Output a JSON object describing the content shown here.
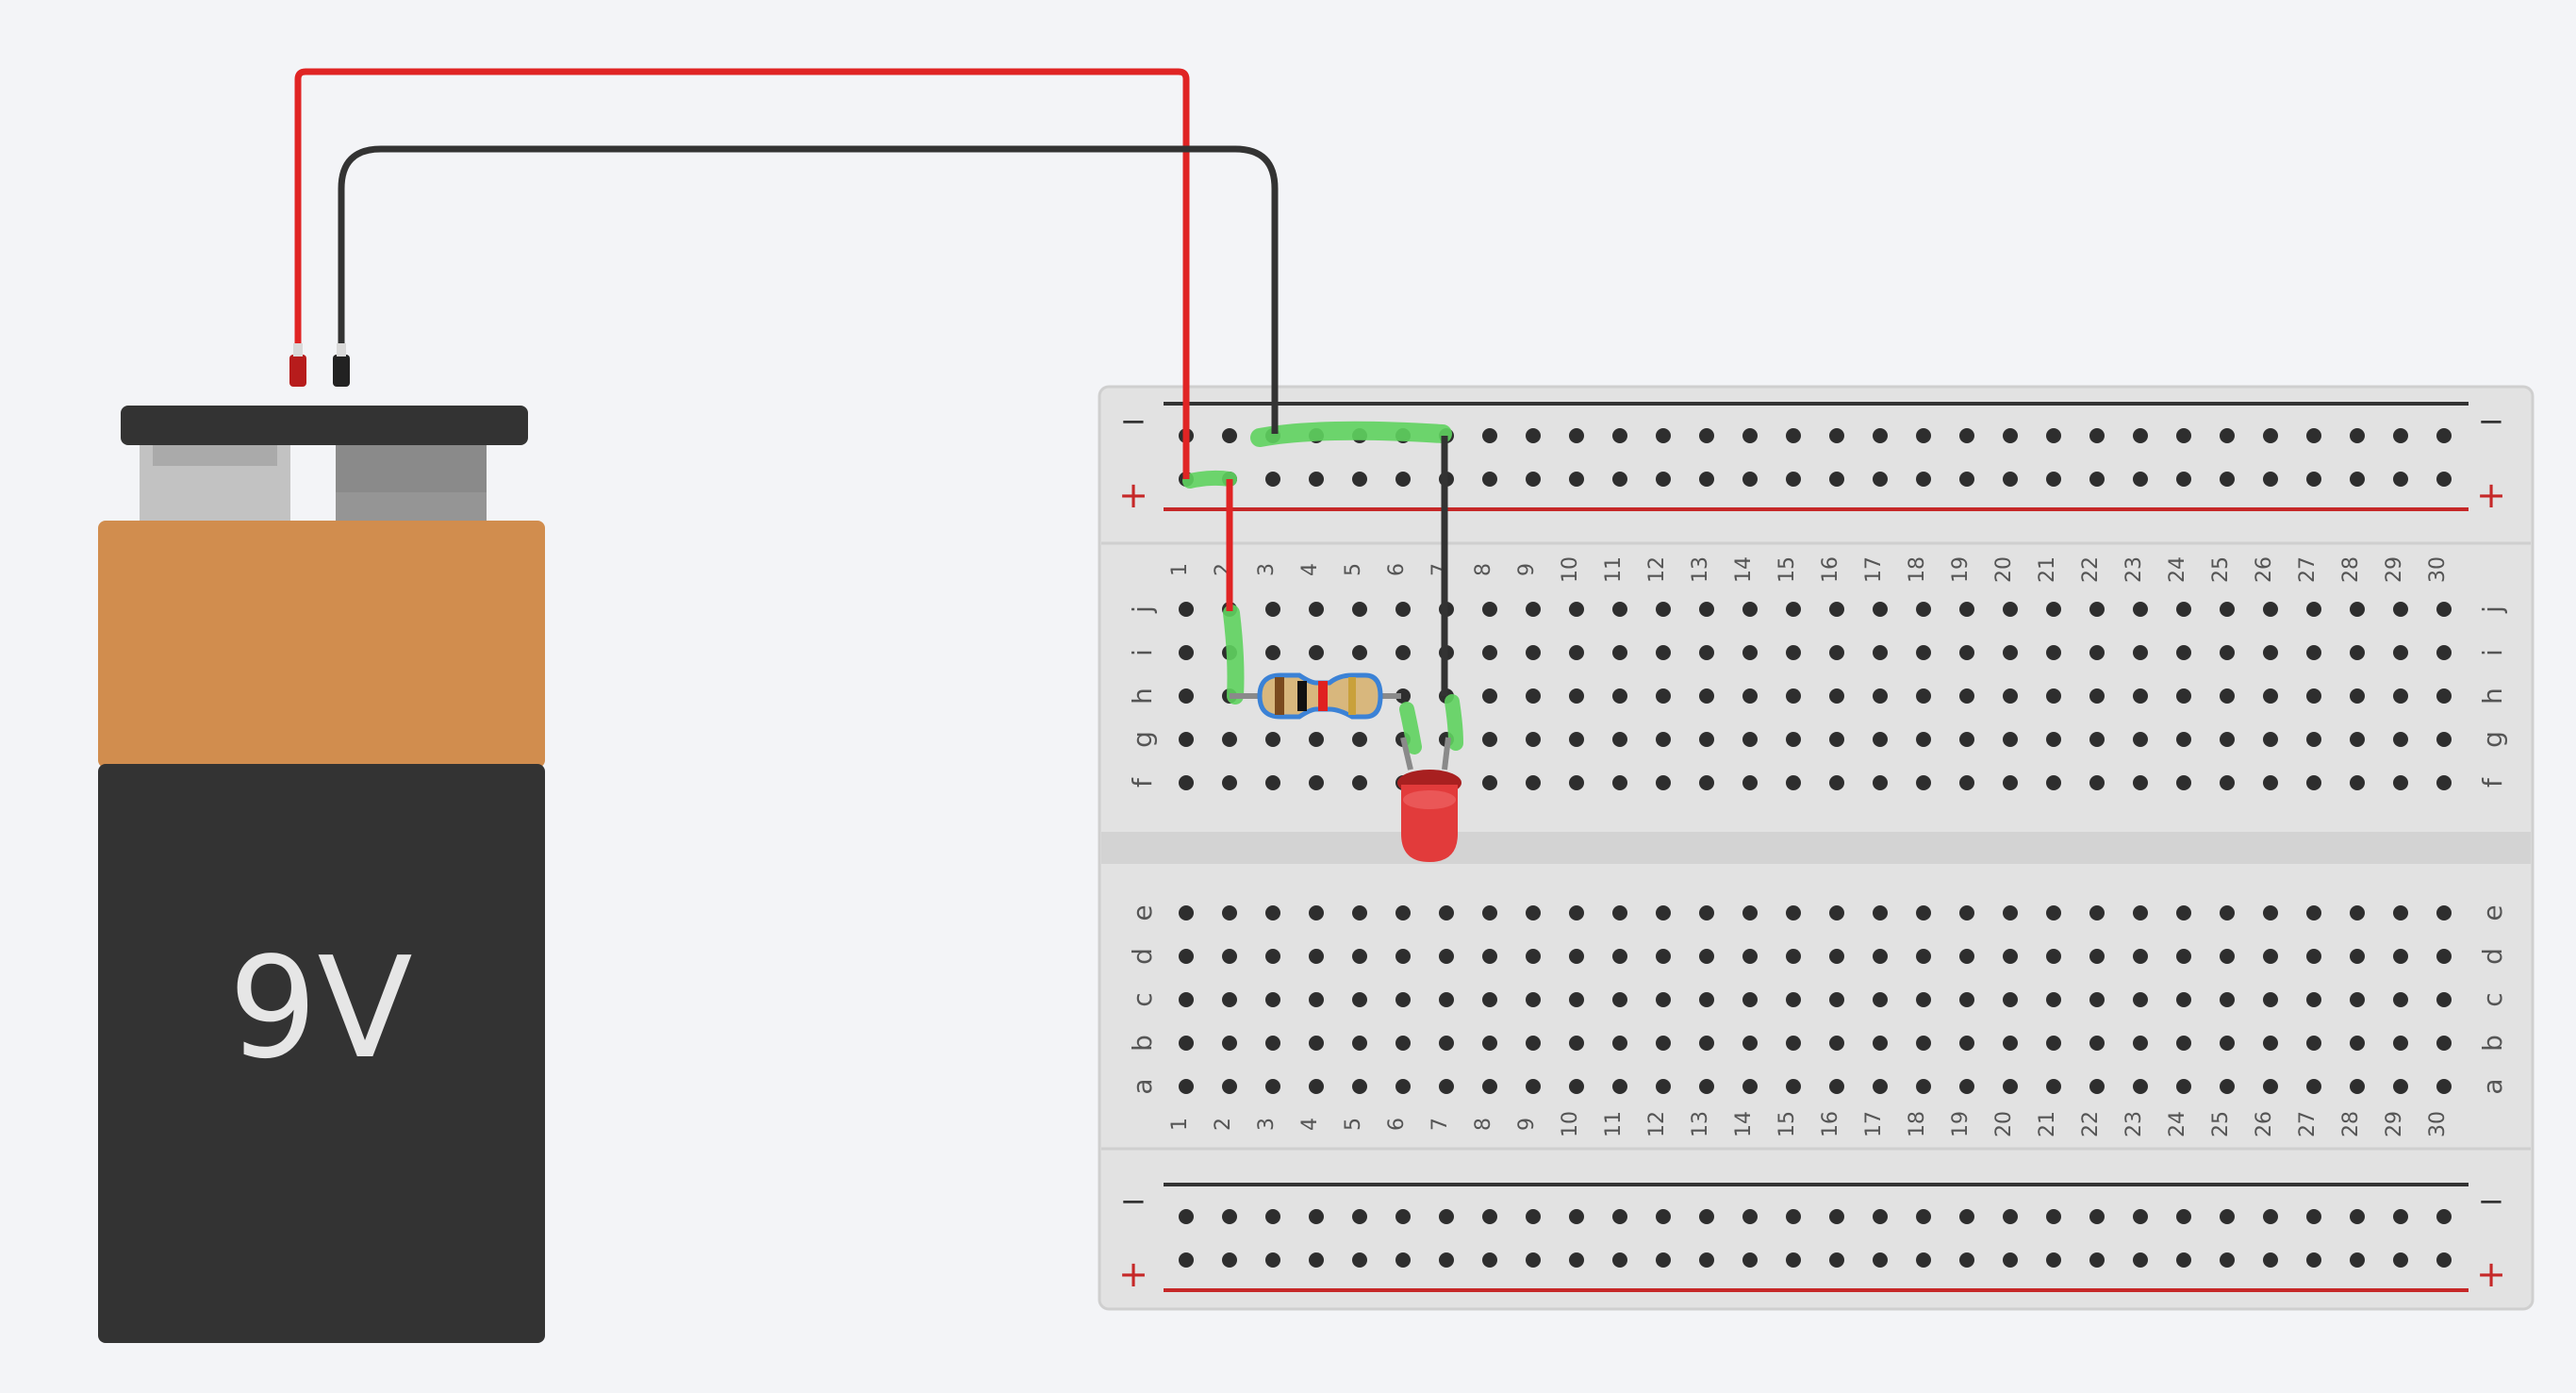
{
  "battery": {
    "label": "9V",
    "colors": {
      "top": "#d18d4e",
      "body": "#333333",
      "cap": "#333333",
      "terminal_left": "#c2c2c2",
      "terminal_right": "#959595"
    }
  },
  "breadboard": {
    "columns": [
      "1",
      "2",
      "3",
      "4",
      "5",
      "6",
      "7",
      "8",
      "9",
      "10",
      "11",
      "12",
      "13",
      "14",
      "15",
      "16",
      "17",
      "18",
      "19",
      "20",
      "21",
      "22",
      "23",
      "24",
      "25",
      "26",
      "27",
      "28",
      "29",
      "30"
    ],
    "top_rows": [
      "j",
      "i",
      "h",
      "g",
      "f"
    ],
    "bottom_rows": [
      "e",
      "d",
      "c",
      "b",
      "a"
    ],
    "rail_labels": {
      "minus": "−",
      "plus": "+"
    },
    "colors": {
      "board": "#e2e2e2",
      "border": "#cfcfcf",
      "hole": "#2e2e2e",
      "rail_minus": "#333333",
      "rail_plus": "#c62828"
    }
  },
  "components": {
    "resistor": {
      "bands": [
        "#7a4a1e",
        "#111111",
        "#e02020",
        "#c9a13b"
      ],
      "body": "#d8b77d"
    },
    "led": {
      "color": "#e23b3b"
    }
  },
  "wires": {
    "positive": "#e02424",
    "negative": "#333333",
    "highlight": "#5fd35f"
  }
}
